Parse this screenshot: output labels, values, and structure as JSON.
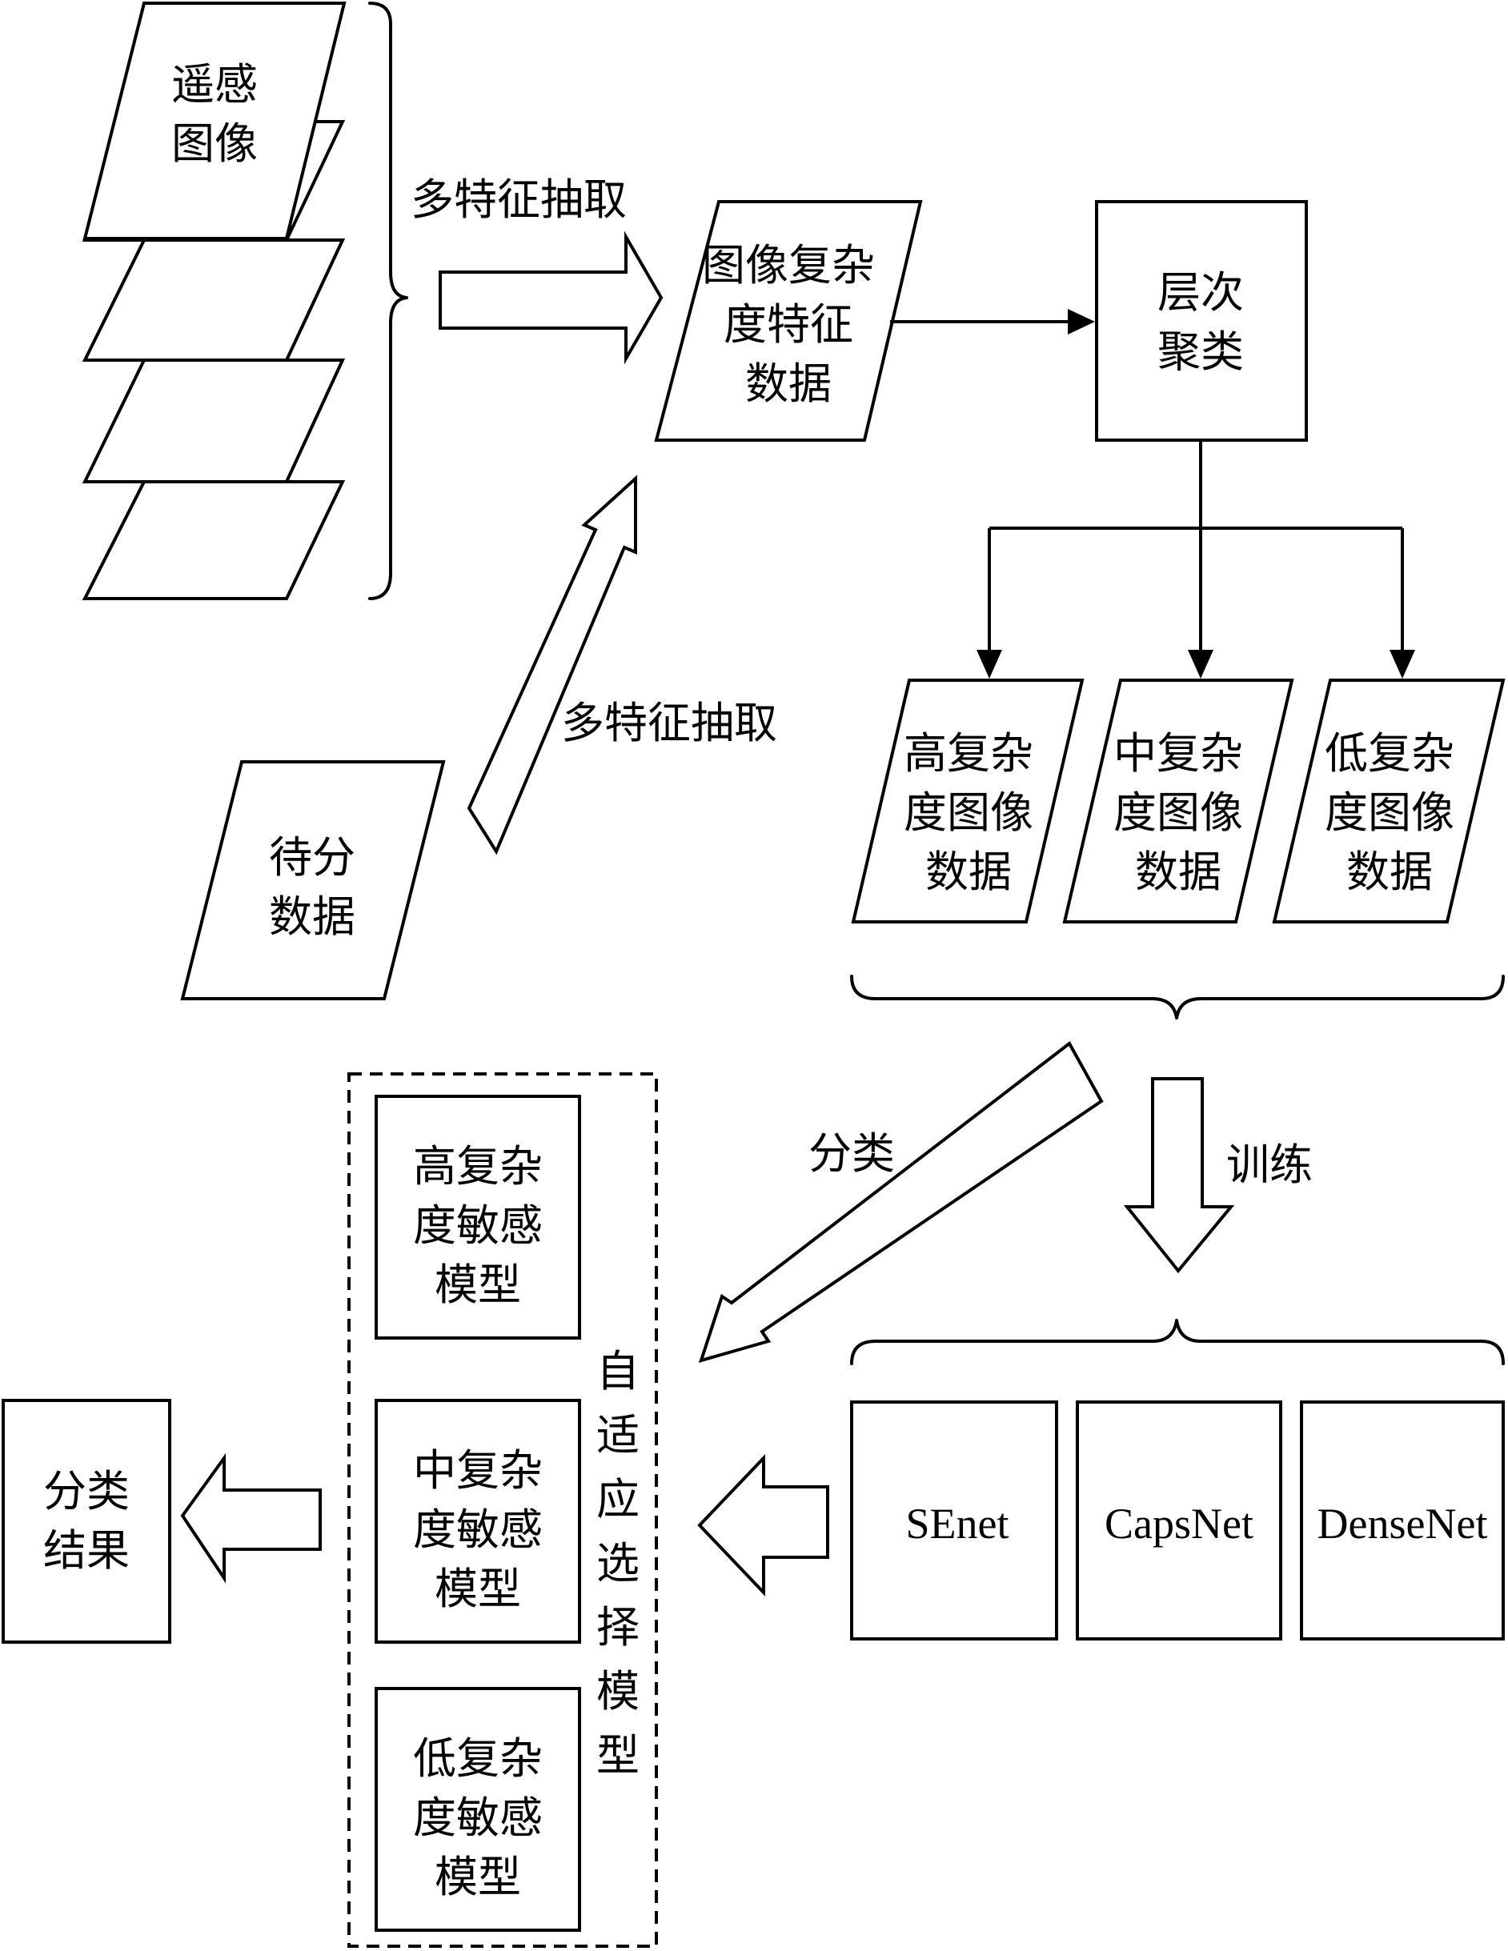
{
  "nodes": {
    "remote_sensing_images": [
      "遥感",
      "图像"
    ],
    "feature_data": [
      "图像复杂",
      "度特征",
      "数据"
    ],
    "hierarchical_clustering": [
      "层次",
      "聚类"
    ],
    "high_data": [
      "高复杂",
      "度图像",
      "数据"
    ],
    "mid_data": [
      "中复杂",
      "度图像",
      "数据"
    ],
    "low_data": [
      "低复杂",
      "度图像",
      "数据"
    ],
    "to_classify_data": [
      "待分",
      "数据"
    ],
    "senet": "SEnet",
    "capsnet": "CapsNet",
    "densenet": "DenseNet",
    "high_model": [
      "高复杂",
      "度敏感",
      "模型"
    ],
    "mid_model": [
      "中复杂",
      "度敏感",
      "模型"
    ],
    "low_model": [
      "低复杂",
      "度敏感",
      "模型"
    ],
    "result": [
      "分类",
      "结果"
    ],
    "adaptive_label": [
      "自",
      "适",
      "应",
      "选",
      "择",
      "模",
      "型"
    ]
  },
  "edges": {
    "multi_feature_top": "多特征抽取",
    "multi_feature_mid": "多特征抽取",
    "classify": "分类",
    "train": "训练"
  }
}
